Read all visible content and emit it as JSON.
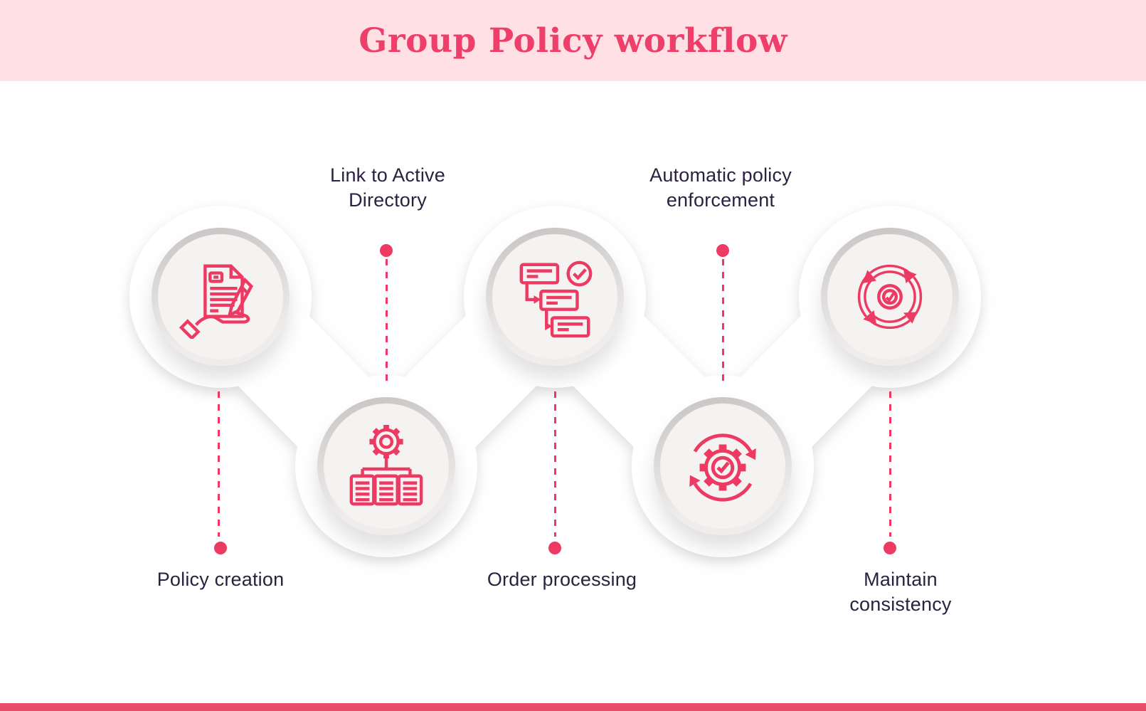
{
  "header": {
    "title": "Group Policy workflow"
  },
  "steps": [
    {
      "id": 1,
      "label": "Policy creation",
      "icon": "document-pencil-hand-icon",
      "label_position": "below"
    },
    {
      "id": 2,
      "label": "Link to Active Directory",
      "icon": "gear-hierarchy-documents-icon",
      "label_position": "above"
    },
    {
      "id": 3,
      "label": "Order processing",
      "icon": "sequenced-messages-check-icon",
      "label_position": "below"
    },
    {
      "id": 4,
      "label": "Automatic policy enforcement",
      "icon": "gear-check-cycle-icon",
      "label_position": "above"
    },
    {
      "id": 5,
      "label": "Maintain consistency",
      "icon": "sync-arrows-check-icon",
      "label_position": "below"
    }
  ],
  "colors": {
    "header_bg": "#ffe0e5",
    "title": "#ee3e6a",
    "accent": "#ed3a63",
    "label_text": "#2b2140",
    "footer_bar": "#e94d67",
    "node_disc": "#f4f3f2",
    "blob": "#ffffff"
  }
}
